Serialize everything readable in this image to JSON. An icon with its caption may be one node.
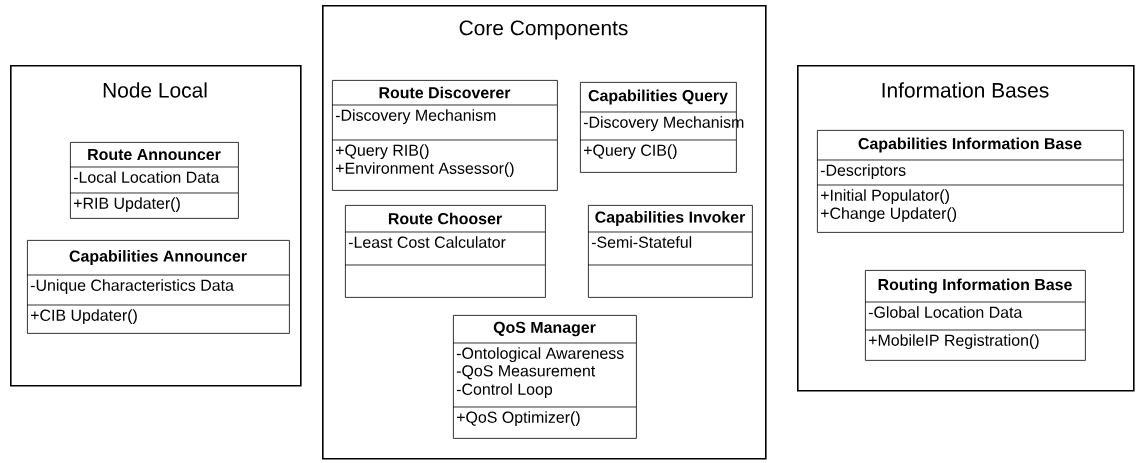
{
  "diagram": {
    "nodes": [
      {
        "text": [
          "Node Local"
        ]
      },
      {
        "text": [
          "Route Announcer",
          "-Local Location Data",
          "+RIB Updater()"
        ],
        "in": 0
      },
      {
        "text": [
          "Capabilities Announcer",
          "-Unique Characteristics Data",
          "+CIB Updater()"
        ],
        "in": 0
      },
      {
        "text": [
          "Core Components"
        ]
      },
      {
        "text": [
          "Route Discoverer",
          "-Discovery Mechanism",
          "+Query RIB()",
          "+Environment Assessor()"
        ],
        "in": 3
      },
      {
        "text": [
          "Capabilities Query",
          "-Discovery Mechanism",
          "+Query CIB()"
        ],
        "in": 3
      },
      {
        "text": [
          "Route Chooser",
          "-Least Cost Calculator"
        ],
        "in": 3
      },
      {
        "text": [
          "Capabilities Invoker",
          "-Semi-Stateful"
        ],
        "in": 3
      },
      {
        "text": [
          "QoS Manager",
          "-Ontological Awareness",
          "-QoS Measurement",
          "-Control Loop",
          "+QoS Optimizer()"
        ],
        "in": 3
      },
      {
        "text": [
          "Information Bases"
        ]
      },
      {
        "text": [
          "Capabilities Information Base",
          "-Descriptors",
          "+Initial Populator()",
          "+Change Updater()"
        ],
        "in": 9
      },
      {
        "text": [
          "Routing Information Base",
          "-Global Location Data",
          "+MobileIP Registration()"
        ],
        "in": 9
      }
    ]
  }
}
